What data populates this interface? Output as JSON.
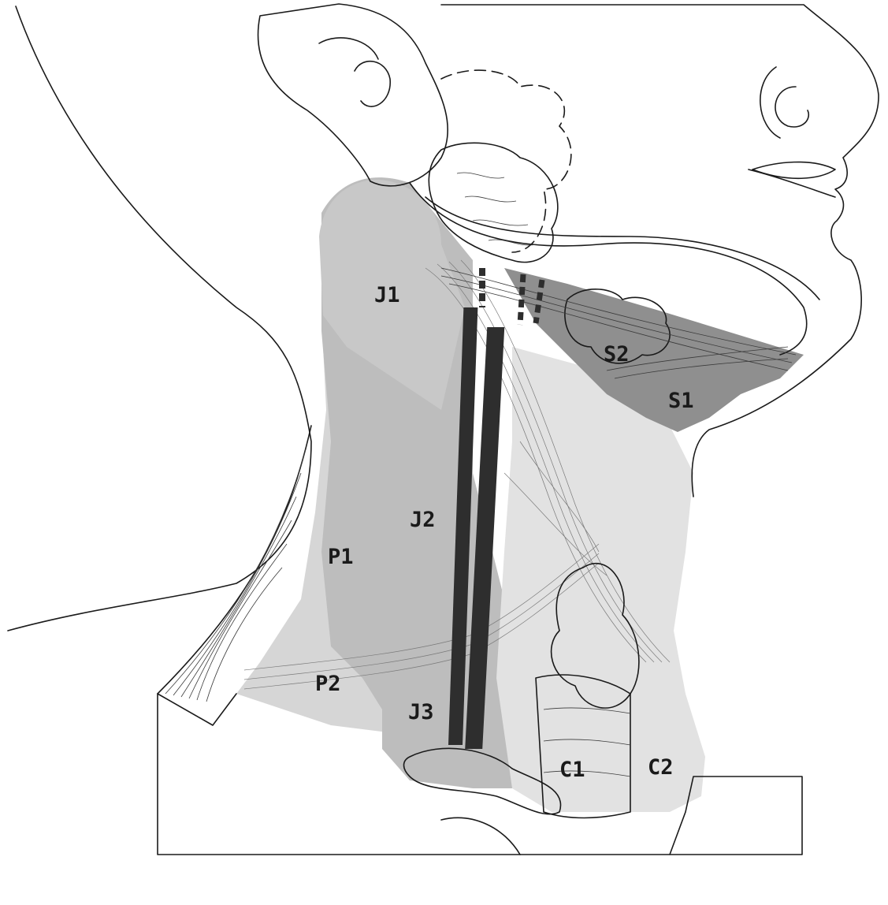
{
  "labels": {
    "J1": "J1",
    "J2": "J2",
    "J3": "J3",
    "P1": "P1",
    "P2": "P2",
    "S1": "S1",
    "S2": "S2",
    "C1": "C1",
    "C2": "C2"
  },
  "colors": {
    "level_2": "#c8c8c8",
    "level_3": "#bdbdbd",
    "level_5": "#d6d6d6",
    "submandibular": "#8f8f8f",
    "central": "#e2e2e2",
    "bar": "#2e2e2e"
  }
}
